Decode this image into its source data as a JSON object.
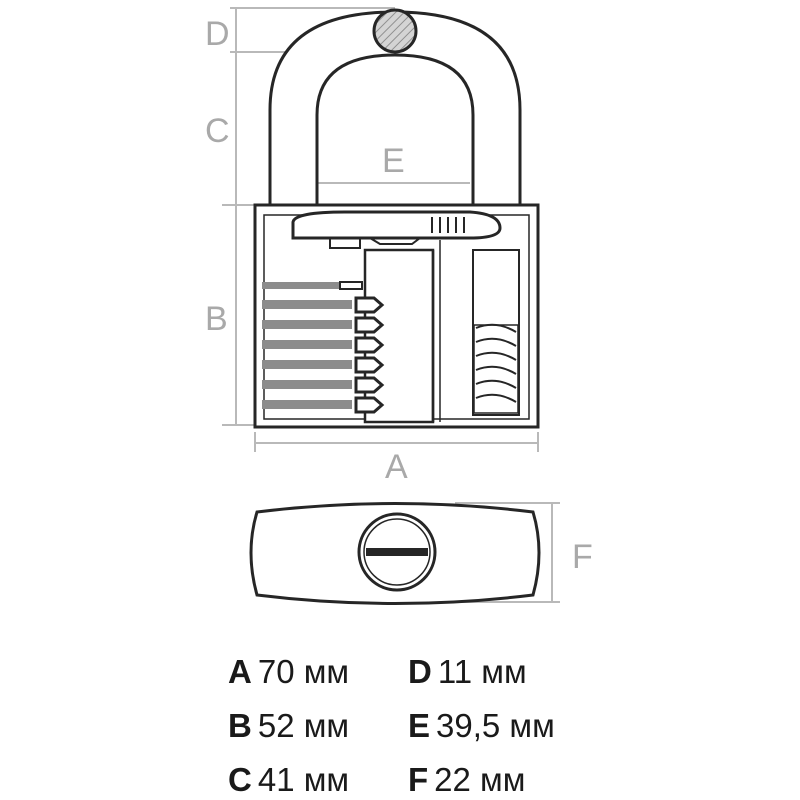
{
  "dimension_labels": {
    "A": "A",
    "B": "B",
    "C": "C",
    "D": "D",
    "E": "E",
    "F": "F"
  },
  "specs": [
    {
      "key": "A",
      "value": "70 мм"
    },
    {
      "key": "D",
      "value": "11 мм"
    },
    {
      "key": "B",
      "value": "52 мм"
    },
    {
      "key": "E",
      "value": "39,5 мм"
    },
    {
      "key": "C",
      "value": "41 мм"
    },
    {
      "key": "F",
      "value": "22 мм"
    }
  ],
  "colors": {
    "dimension": "#a9a9a9",
    "outline": "#262626",
    "pins": "#8c8c8c",
    "shackle_section": "#bdbdbd"
  }
}
